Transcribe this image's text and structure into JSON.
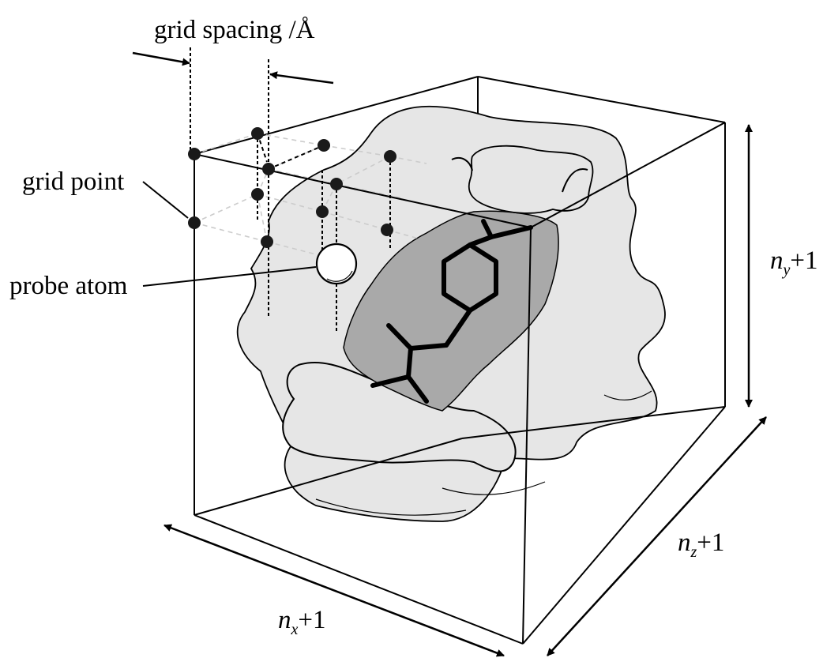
{
  "labels": {
    "grid_spacing": "grid spacing /Å",
    "grid_point": "grid point",
    "probe_atom": "probe atom",
    "ny": {
      "var": "n",
      "sub": "y",
      "suffix": "+1"
    },
    "nz": {
      "var": "n",
      "sub": "z",
      "suffix": "+1"
    },
    "nx": {
      "var": "n",
      "sub": "x",
      "suffix": "+1"
    }
  },
  "colors": {
    "line": "#000000",
    "protein_fill": "#e6e6e6",
    "pocket_fill": "#a9a9a9",
    "grid_point": "#1a1a1a",
    "grid_line_light": "#cccccc",
    "probe_fill": "#ffffff"
  }
}
